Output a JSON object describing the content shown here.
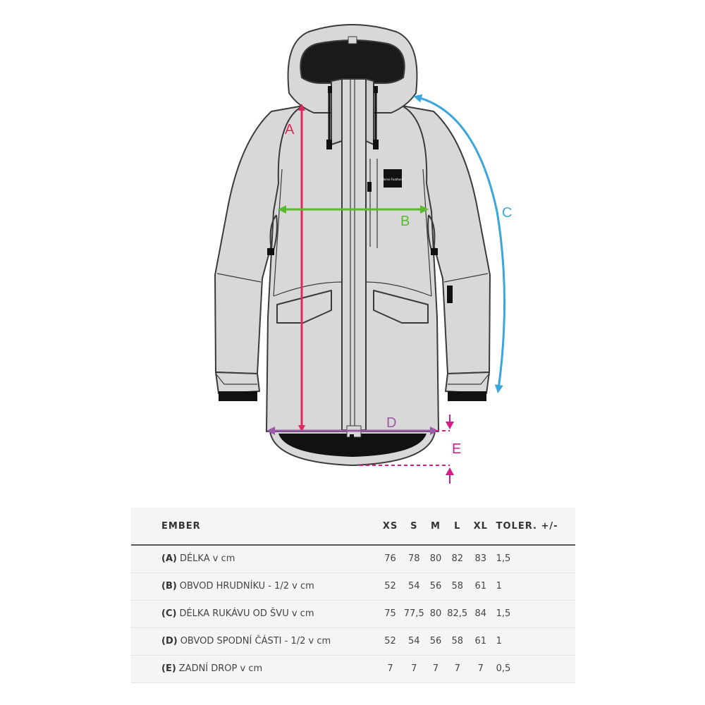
{
  "diagram": {
    "brand_patch": "Horse Feathers",
    "labels": {
      "a": "A",
      "b": "B",
      "c": "C",
      "d": "D",
      "e": "E"
    },
    "colors": {
      "jacket_fill": "#d8d8d8",
      "outline": "#3a3a3a",
      "a_line": "#e0285a",
      "b_line": "#5ab92e",
      "c_line": "#3aa6dc",
      "d_line": "#9b5aa8",
      "e_line": "#d61c8c"
    }
  },
  "table": {
    "title": "EMBER",
    "sizes": [
      "XS",
      "S",
      "M",
      "L",
      "XL"
    ],
    "tolerance_header": "TOLER. +/-",
    "rows": [
      {
        "code": "(A)",
        "label": "DÉLKA v cm",
        "values": [
          "76",
          "78",
          "80",
          "82",
          "83"
        ],
        "tol": "1,5"
      },
      {
        "code": "(B)",
        "label": "OBVOD HRUDNÍKU - 1/2 v cm",
        "values": [
          "52",
          "54",
          "56",
          "58",
          "61"
        ],
        "tol": "1"
      },
      {
        "code": "(C)",
        "label": "DÉLKA RUKÁVU OD ŠVU v cm",
        "values": [
          "75",
          "77,5",
          "80",
          "82,5",
          "84"
        ],
        "tol": "1,5"
      },
      {
        "code": "(D)",
        "label": "OBVOD SPODNÍ ČÁSTI - 1/2 v cm",
        "values": [
          "52",
          "54",
          "56",
          "58",
          "61"
        ],
        "tol": "1"
      },
      {
        "code": "(E)",
        "label": "ZADNÍ DROP v cm",
        "values": [
          "7",
          "7",
          "7",
          "7",
          "7"
        ],
        "tol": "0,5"
      }
    ]
  }
}
